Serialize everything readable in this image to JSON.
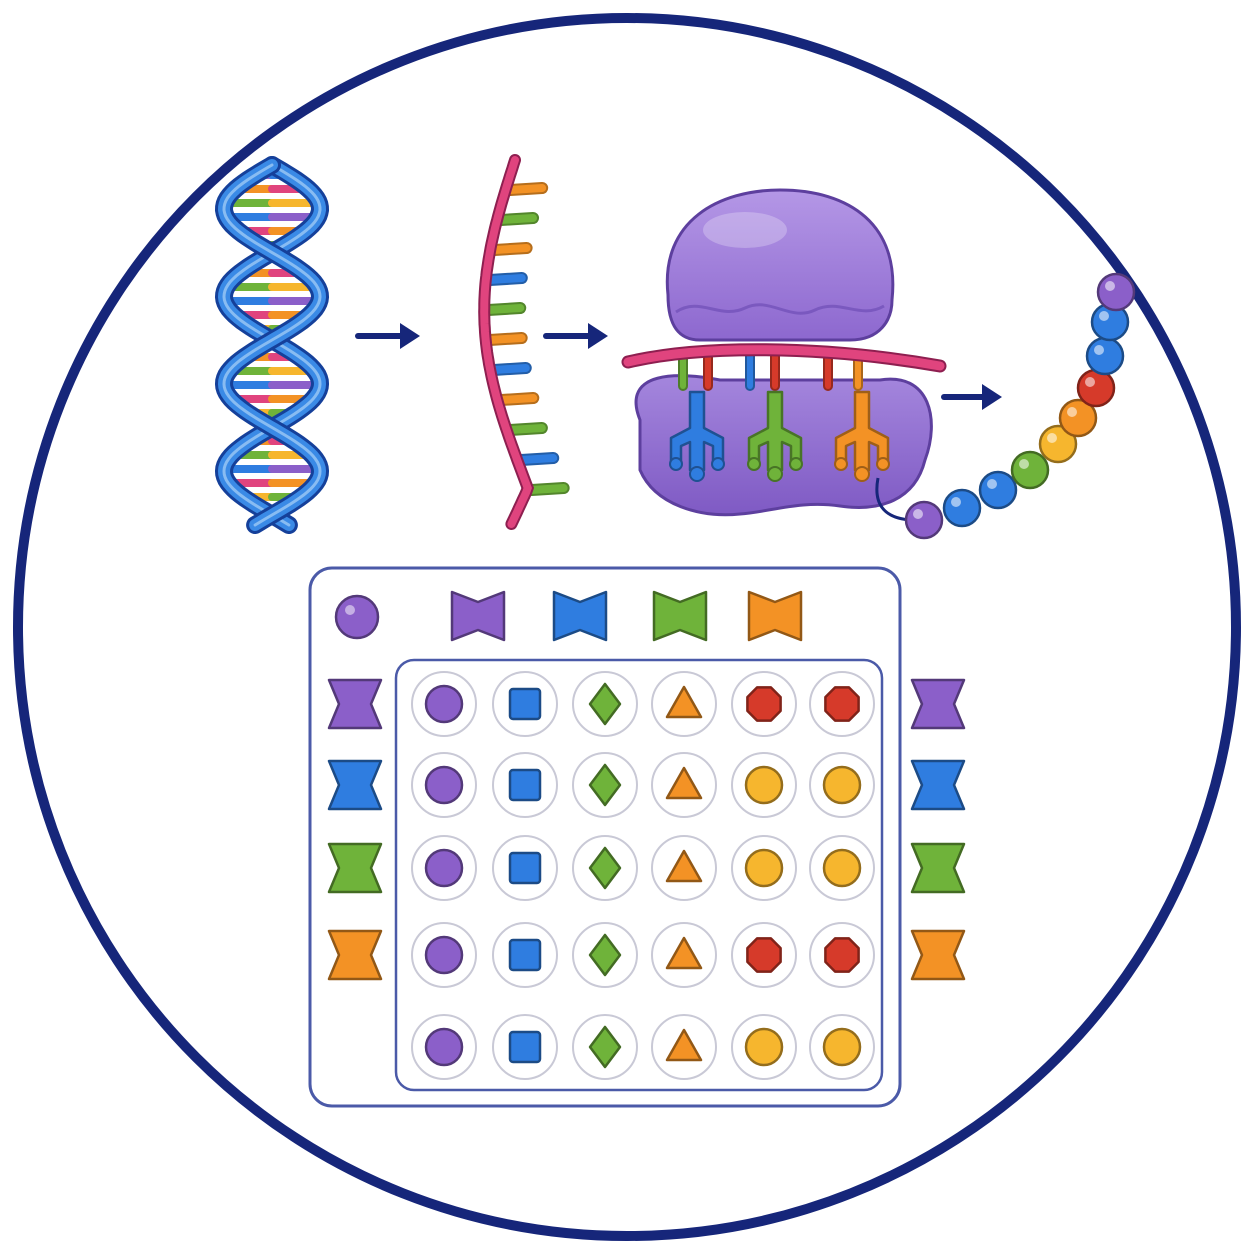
{
  "colors": {
    "frame": "#16267a",
    "purple": "#8b5fc9",
    "blue": "#2f7de0",
    "green": "#6fb33a",
    "orange": "#f39225",
    "red": "#d63a2a",
    "yellow": "#f6b62e",
    "pink": "#e0447e",
    "ribosome": "#9b7ad6",
    "panel_border": "#4b5aa8"
  },
  "flow": [
    {
      "stage": "dna",
      "icon": "dna-double-helix-icon"
    },
    {
      "stage": "mrna",
      "icon": "mrna-strand-icon"
    },
    {
      "stage": "ribosome",
      "icon": "ribosome-icon"
    },
    {
      "stage": "polypeptide",
      "icon": "amino-acid-chain-icon"
    }
  ],
  "bead_chain": [
    "purple",
    "blue",
    "blue",
    "green",
    "yellow",
    "orange",
    "red",
    "blue",
    "blue",
    "purple"
  ],
  "grid": {
    "header": {
      "corner": {
        "shape": "circle",
        "color": "purple"
      },
      "columns": [
        "purple",
        "blue",
        "green",
        "orange"
      ]
    },
    "row_tags": [
      "purple",
      "blue",
      "green",
      "orange"
    ],
    "right_tags": [
      "purple",
      "blue",
      "green",
      "orange"
    ],
    "rows": [
      [
        {
          "shape": "circle",
          "color": "purple"
        },
        {
          "shape": "square",
          "color": "blue"
        },
        {
          "shape": "diamond",
          "color": "green"
        },
        {
          "shape": "triangle",
          "color": "orange"
        },
        {
          "shape": "octagon",
          "color": "red"
        },
        {
          "shape": "octagon",
          "color": "red"
        }
      ],
      [
        {
          "shape": "circle",
          "color": "purple"
        },
        {
          "shape": "square",
          "color": "blue"
        },
        {
          "shape": "diamond",
          "color": "green"
        },
        {
          "shape": "triangle",
          "color": "orange"
        },
        {
          "shape": "circle",
          "color": "yellow"
        },
        {
          "shape": "circle",
          "color": "yellow"
        }
      ],
      [
        {
          "shape": "circle",
          "color": "purple"
        },
        {
          "shape": "square",
          "color": "blue"
        },
        {
          "shape": "diamond",
          "color": "green"
        },
        {
          "shape": "triangle",
          "color": "orange"
        },
        {
          "shape": "circle",
          "color": "yellow"
        },
        {
          "shape": "circle",
          "color": "yellow"
        }
      ],
      [
        {
          "shape": "circle",
          "color": "purple"
        },
        {
          "shape": "square",
          "color": "blue"
        },
        {
          "shape": "diamond",
          "color": "green"
        },
        {
          "shape": "triangle",
          "color": "orange"
        },
        {
          "shape": "octagon",
          "color": "red"
        },
        {
          "shape": "octagon",
          "color": "red"
        }
      ],
      [
        {
          "shape": "circle",
          "color": "purple"
        },
        {
          "shape": "square",
          "color": "blue"
        },
        {
          "shape": "diamond",
          "color": "green"
        },
        {
          "shape": "triangle",
          "color": "orange"
        },
        {
          "shape": "circle",
          "color": "yellow"
        },
        {
          "shape": "circle",
          "color": "yellow"
        }
      ]
    ]
  }
}
